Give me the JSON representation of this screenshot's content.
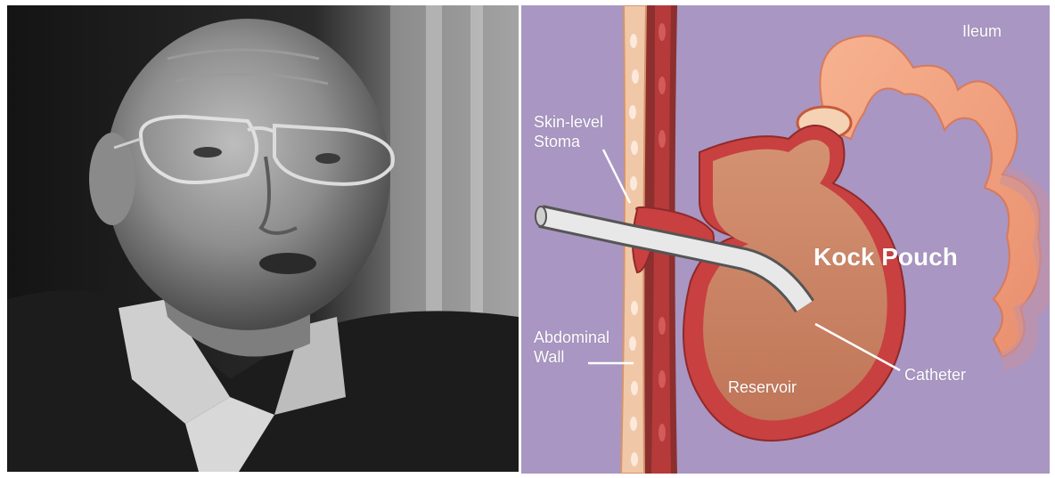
{
  "photo": {
    "subject": "portrait-photo"
  },
  "diagram": {
    "background_color": "#a996c2",
    "labels": {
      "ileum": "Ileum",
      "stoma": "Skin-level\nStoma",
      "pouch": "Kock Pouch",
      "abdominal_wall": "Abdominal\nWall",
      "catheter": "Catheter",
      "reservoir": "Reservoir"
    },
    "colors": {
      "pouch_wall": "#c94040",
      "pouch_inner": "#c98565",
      "ileum": "#f2a07e",
      "catheter": "#e8e8e8",
      "skin_layer": "#f0c8a8"
    }
  }
}
